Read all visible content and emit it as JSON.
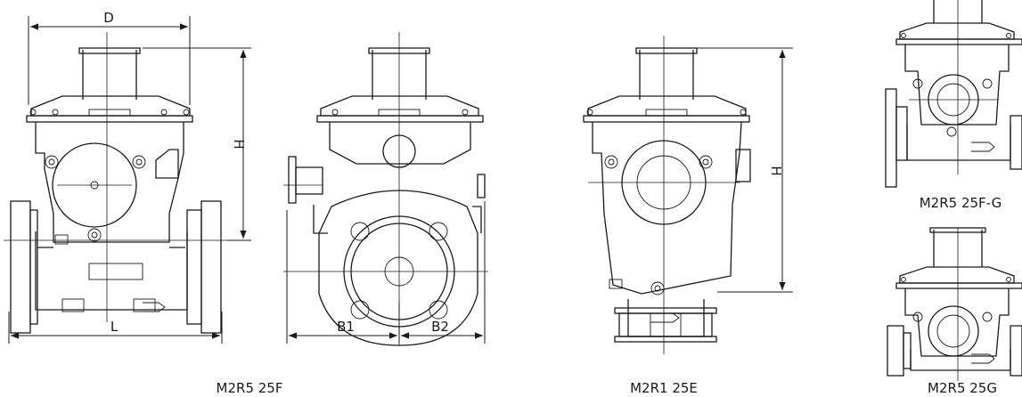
{
  "dimensions": {
    "D": "D",
    "H_left": "H",
    "L": "L",
    "B1": "B1",
    "B2": "B2",
    "H_right": "H"
  },
  "captions": {
    "front_25f": "M2R5 25F",
    "side_25e": "M2R1 25E",
    "thumb_25fg": "M2R5 25F-G",
    "thumb_25g": "M2R5 25G"
  },
  "colors": {
    "line": "#1a1a1a",
    "background": "#ffffff"
  }
}
